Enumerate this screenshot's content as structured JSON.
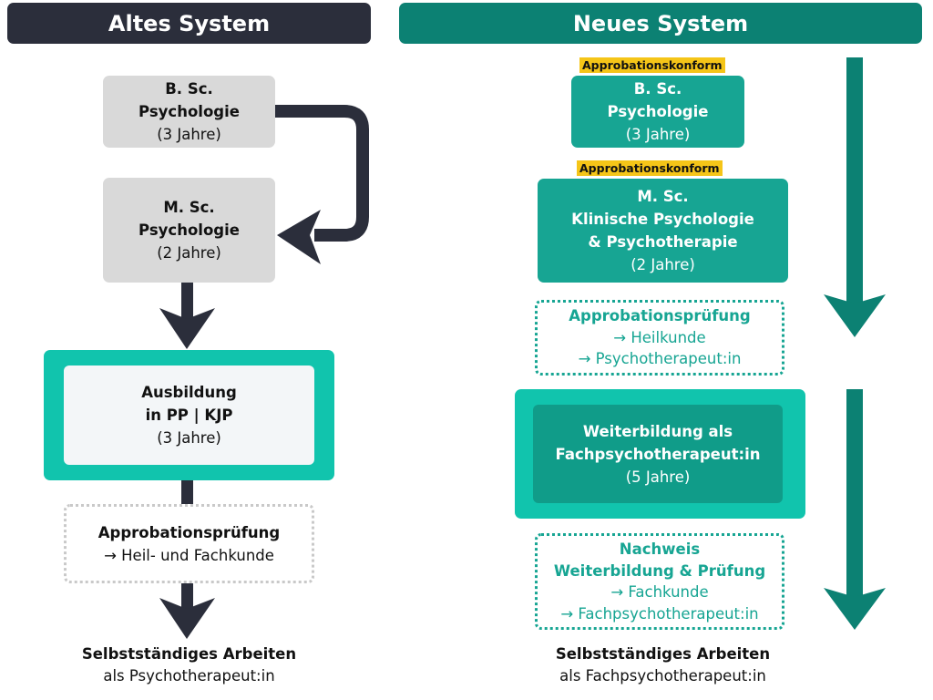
{
  "headers": {
    "old": "Altes System",
    "new": "Neues System"
  },
  "old_system": {
    "bsc": {
      "title1": "B. Sc.",
      "title2": "Psychologie",
      "duration": "(3 Jahre)"
    },
    "msc": {
      "title1": "M. Sc.",
      "title2": "Psychologie",
      "duration": "(2 Jahre)"
    },
    "ausbildung": {
      "title1": "Ausbildung",
      "title2": "in PP | KJP",
      "duration": "(3 Jahre)"
    },
    "pruefung": {
      "title": "Approbationsprüfung",
      "line1": "→ Heil- und Fachkunde"
    },
    "final": {
      "title": "Selbstständiges Arbeiten",
      "subtitle": "als Psychotherapeut:in"
    }
  },
  "new_system": {
    "badge": "Approbationskonform",
    "bsc": {
      "title1": "B. Sc.",
      "title2": "Psychologie",
      "duration": "(3 Jahre)"
    },
    "msc": {
      "title1": "M. Sc.",
      "title2": "Klinische Psychologie",
      "title3": "& Psychotherapie",
      "duration": "(2 Jahre)"
    },
    "pruefung": {
      "title": "Approbationsprüfung",
      "line1": "→ Heilkunde",
      "line2": "→ Psychotherapeut:in"
    },
    "weiterbildung": {
      "title1": "Weiterbildung als",
      "title2": "Fachpsychotherapeut:in",
      "duration": "(5 Jahre)"
    },
    "nachweis": {
      "title1": "Nachweis",
      "title2": "Weiterbildung & Prüfung",
      "line1": "→ Fachkunde",
      "line2": "→ Fachpsychotherapeut:in"
    },
    "final": {
      "title": "Selbstständiges Arbeiten",
      "subtitle": "als Fachpsychotherapeut:in"
    }
  },
  "colors": {
    "old_header": "#2b2e3b",
    "new_header": "#0c8173",
    "teal": "#17a593",
    "teal_bright": "#11c4ad",
    "badge": "#f5c518",
    "grey_box": "#d9d9d9"
  }
}
